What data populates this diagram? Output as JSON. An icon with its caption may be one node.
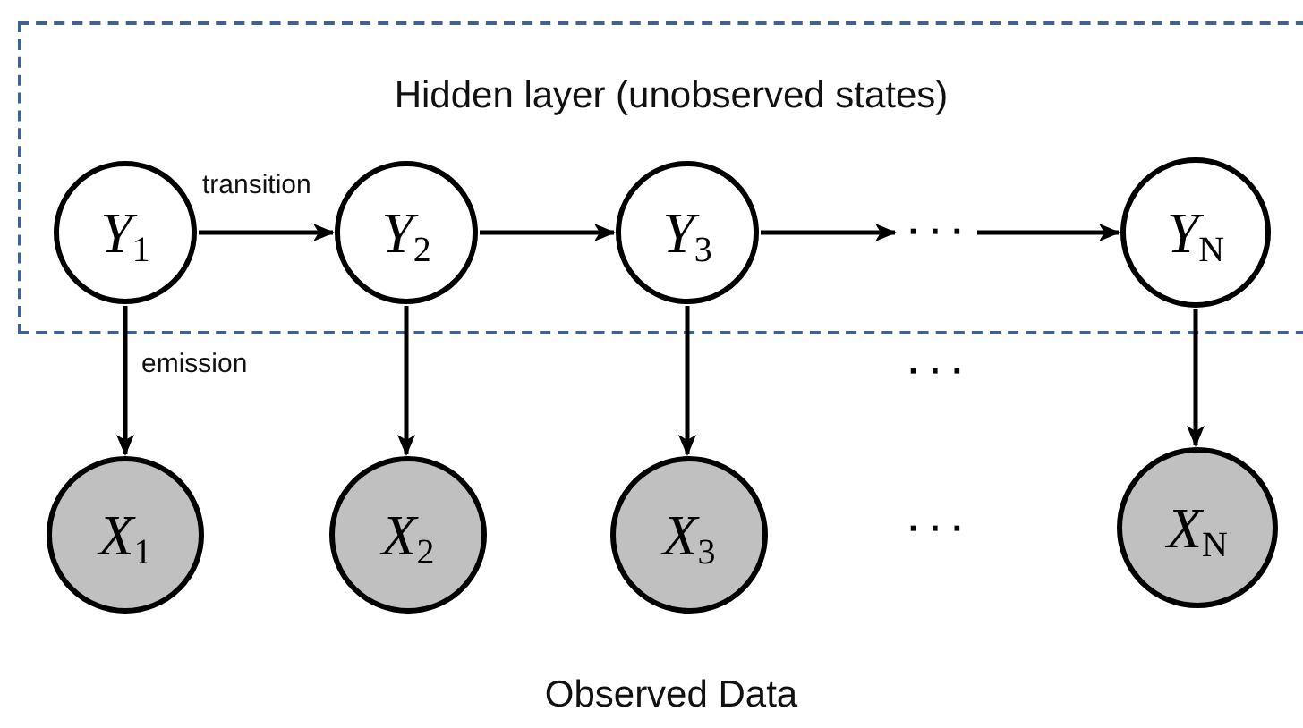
{
  "diagram": {
    "nodes": [
      {
        "text": [
          "Hidden layer (unobserved states)"
        ]
      },
      {
        "text": [
          "*Y*$_{1}$"
        ],
        "in": 0
      },
      {
        "text": [
          "*Y*$_{2}$"
        ],
        "in": 0
      },
      {
        "text": [
          "*Y*$_{3}$"
        ],
        "in": 0
      },
      {
        "text": [
          "· · ·"
        ],
        "in": 0
      },
      {
        "text": [
          "*Y*$_{N}$"
        ],
        "in": 0
      },
      {
        "text": [
          "*X*$_{1}$"
        ]
      },
      {
        "text": [
          "*X*$_{2}$"
        ]
      },
      {
        "text": [
          "*X*$_{3}$"
        ]
      },
      {
        "text": [
          "*X*$_{N}$"
        ]
      }
    ],
    "edges": [
      {
        "from": 1,
        "to": 2,
        "arrow": "to",
        "label": "transition"
      },
      {
        "from": 2,
        "to": 3,
        "arrow": "to"
      },
      {
        "from": 3,
        "to": 4,
        "arrow": "to"
      },
      {
        "from": 4,
        "to": 5,
        "arrow": "to"
      },
      {
        "from": 1,
        "to": 6,
        "arrow": "to",
        "label": "emission"
      },
      {
        "from": 2,
        "to": 7,
        "arrow": "to"
      },
      {
        "from": 3,
        "to": 8,
        "arrow": "to"
      },
      {
        "from": 5,
        "to": 9,
        "arrow": "to"
      }
    ],
    "labels": [
      "· · ·",
      "· · ·",
      "Observed Data"
    ]
  }
}
